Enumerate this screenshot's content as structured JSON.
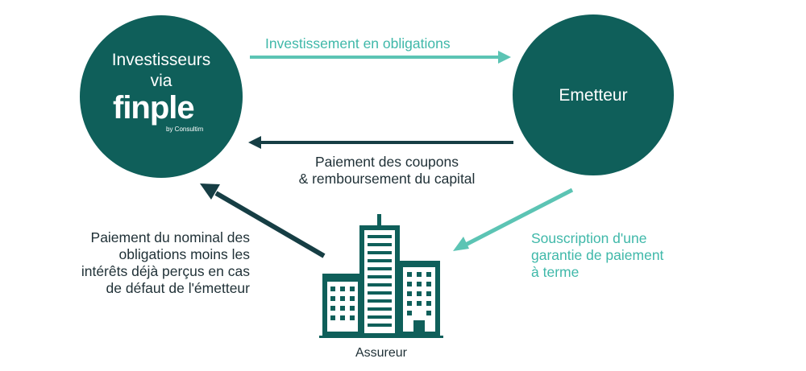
{
  "nodes": {
    "investors": {
      "line1": "Investisseurs",
      "line2": "via",
      "logo_text": "finple",
      "logo_sub": "by Consultim"
    },
    "issuer": {
      "label": "Emetteur"
    },
    "insurer": {
      "label": "Assureur"
    }
  },
  "flows": {
    "investment": "Investissement en obligations",
    "coupons_line1": "Paiement des coupons",
    "coupons_line2": "& remboursement du capital",
    "guarantee_line1": "Souscription d'une",
    "guarantee_line2": "garantie de paiement",
    "guarantee_line3": "à terme",
    "default_line1": "Paiement du nominal des",
    "default_line2": "obligations moins les",
    "default_line3": "intérêts déjà perçus en cas",
    "default_line4": "de défaut de l'émetteur"
  },
  "colors": {
    "circle": "#0f5f5a",
    "dark_text": "#1f3036",
    "teal_text": "#3fb8a9",
    "dark_arrow": "#163e44",
    "teal_arrow": "#5cc4b4",
    "building": "#0f5f5a",
    "building_light": "#a9ded6"
  }
}
